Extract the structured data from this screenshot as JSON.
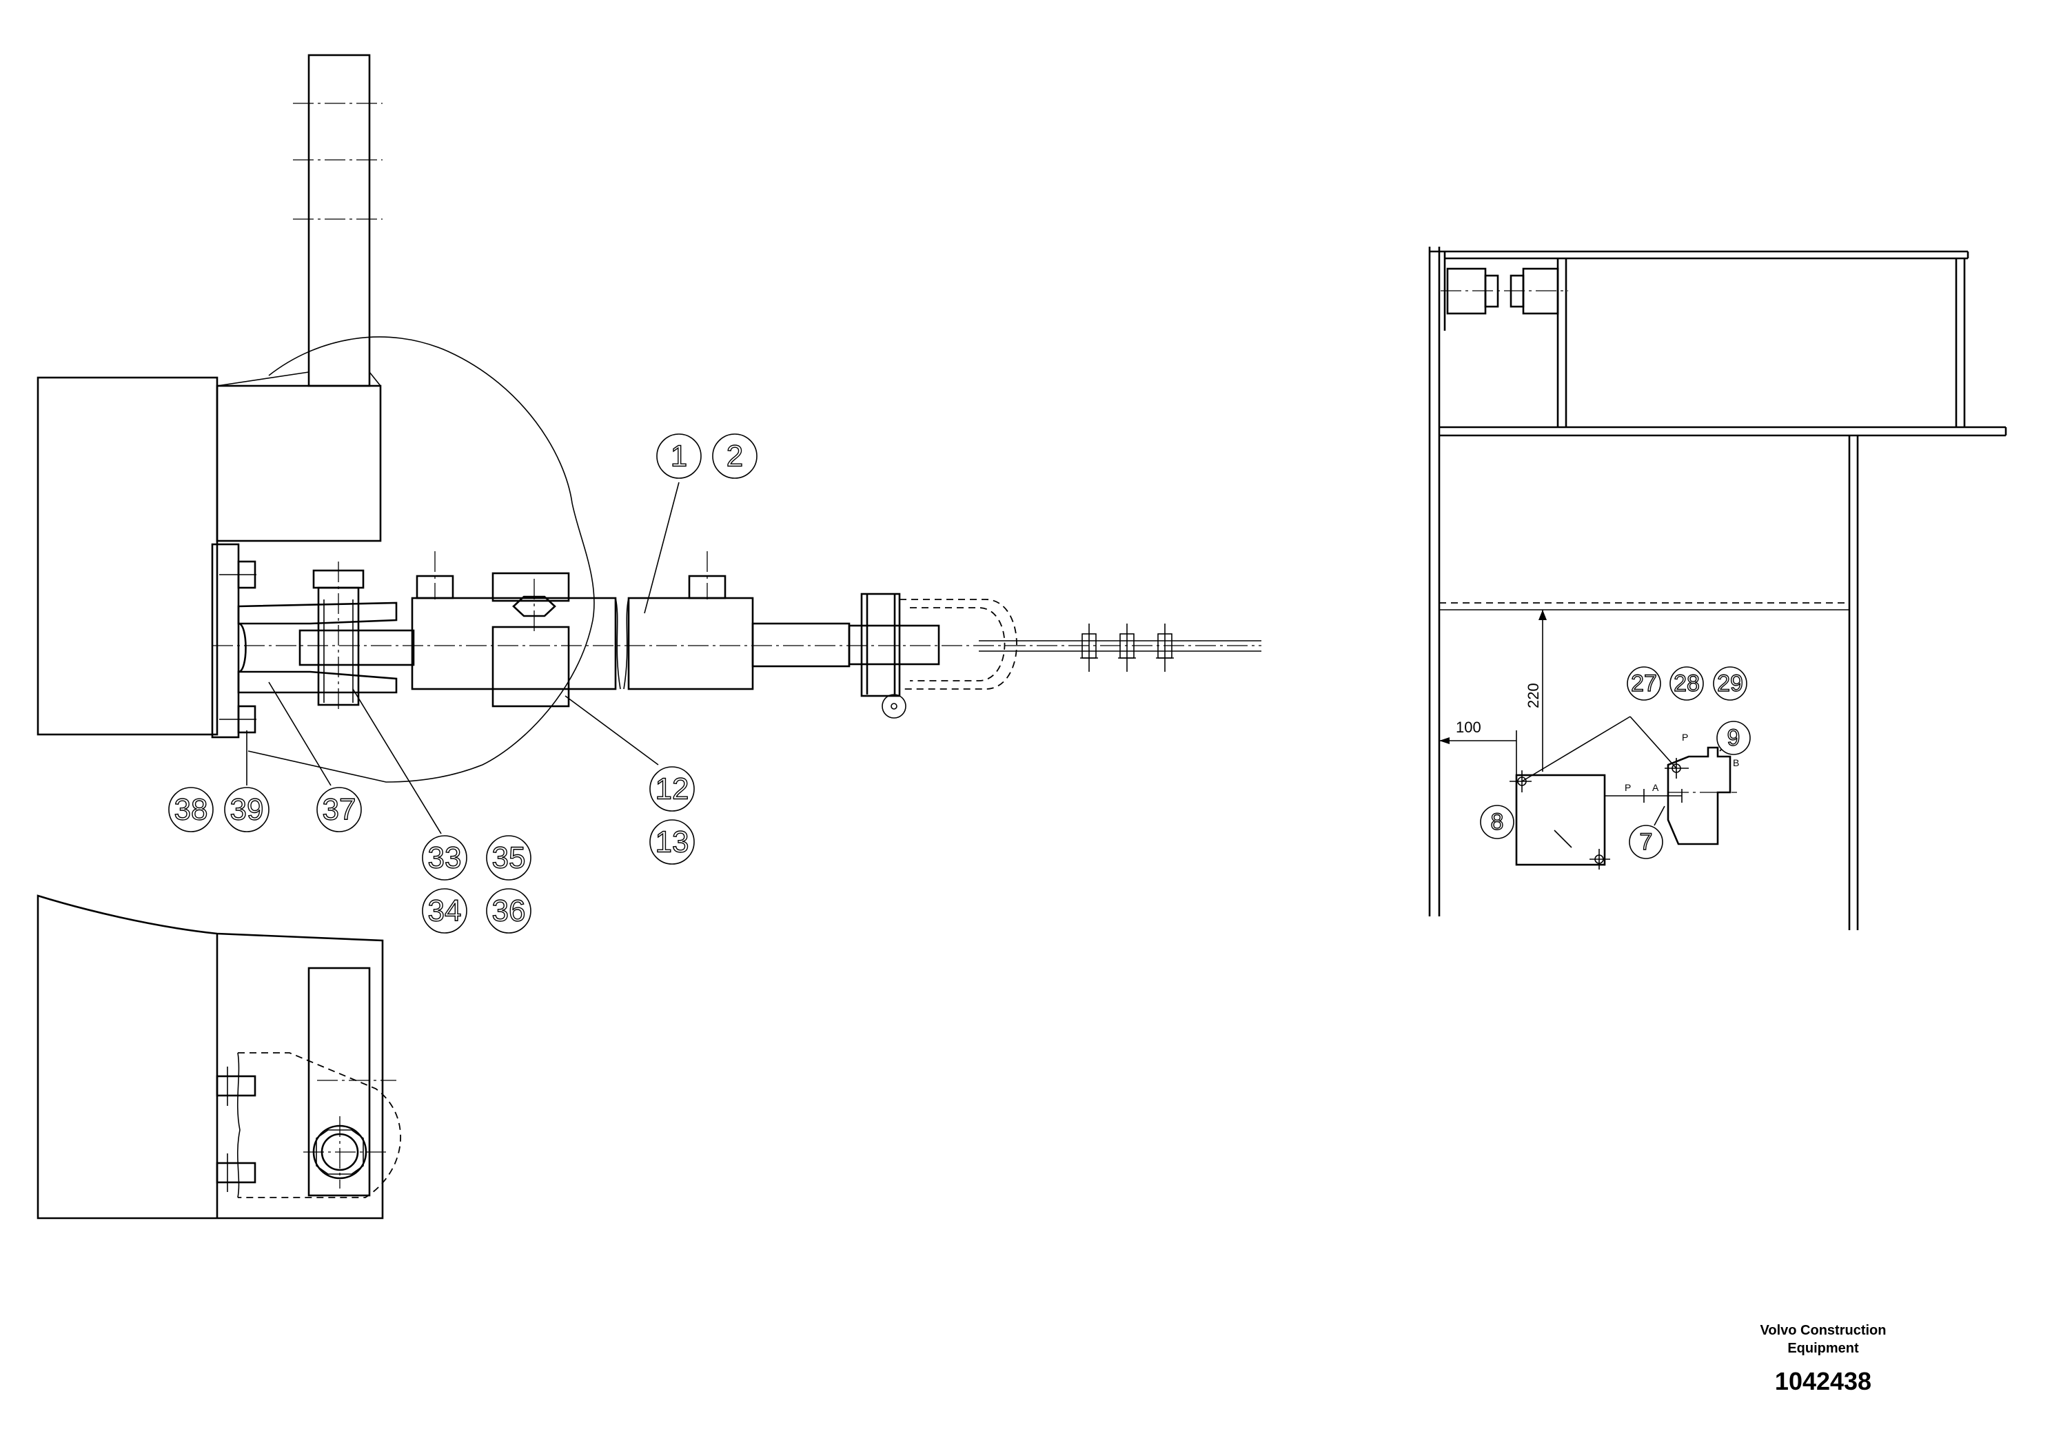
{
  "balloons": {
    "b1": "1",
    "b2": "2",
    "b12": "12",
    "b13": "13",
    "b33": "33",
    "b34": "34",
    "b35": "35",
    "b36": "36",
    "b37": "37",
    "b38": "38",
    "b39": "39",
    "b27": "27",
    "b28": "28",
    "b29": "29",
    "b7": "7",
    "b8": "8",
    "b9": "9"
  },
  "dimensions": {
    "vertical": "220",
    "horizontal": "100"
  },
  "port_labels": {
    "p_left": "P",
    "a": "A",
    "p_top": "P",
    "b": "B"
  },
  "title_block": {
    "company_line1": "Volvo Construction",
    "company_line2": "Equipment",
    "number": "1042438"
  }
}
